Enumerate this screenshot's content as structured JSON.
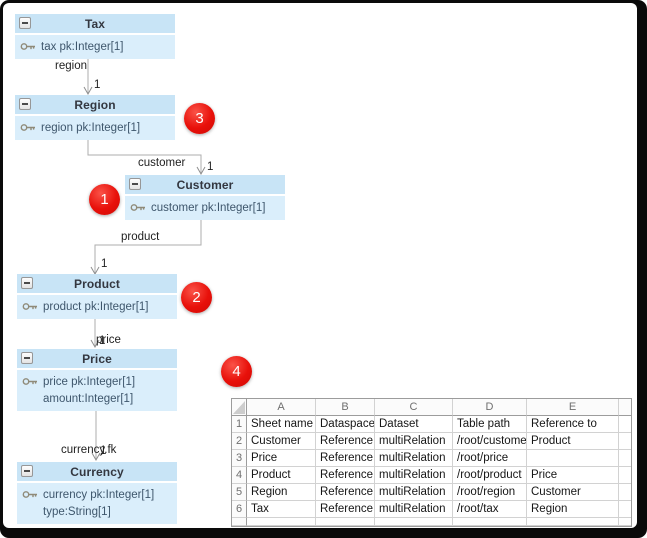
{
  "diagram": {
    "colors": {
      "entity_header": "#c8e4f6",
      "entity_body": "#daeefb",
      "callout_red": "#e8100a",
      "arrow_gray": "#adadad"
    },
    "entities": [
      {
        "title": "Tax",
        "attributes": [
          {
            "icon": "key",
            "text": "tax pk:Integer[1]"
          }
        ]
      },
      {
        "title": "Region",
        "attributes": [
          {
            "icon": "key",
            "text": "region pk:Integer[1]"
          }
        ]
      },
      {
        "title": "Customer",
        "attributes": [
          {
            "icon": "key",
            "text": "customer pk:Integer[1]"
          }
        ]
      },
      {
        "title": "Product",
        "attributes": [
          {
            "icon": "key",
            "text": "product pk:Integer[1]"
          }
        ]
      },
      {
        "title": "Price",
        "attributes": [
          {
            "icon": "key",
            "text": "price pk:Integer[1]"
          },
          {
            "icon": null,
            "text": "amount:Integer[1]"
          }
        ]
      },
      {
        "title": "Currency",
        "attributes": [
          {
            "icon": "key",
            "text": "currency pk:Integer[1]"
          },
          {
            "icon": null,
            "text": "type:String[1]"
          }
        ]
      }
    ],
    "relations": [
      {
        "from": "Tax",
        "to": "Region",
        "label": "region",
        "multiplicity": "1"
      },
      {
        "from": "Region",
        "to": "Customer",
        "label": "customer",
        "multiplicity": "1"
      },
      {
        "from": "Customer",
        "to": "Product",
        "label": "product",
        "multiplicity": "1"
      },
      {
        "from": "Product",
        "to": "Price",
        "label": "price",
        "multiplicity": "1"
      },
      {
        "from": "Price",
        "to": "Currency",
        "label": "currency.fk",
        "multiplicity": "1"
      }
    ],
    "callouts": [
      {
        "number": "1"
      },
      {
        "number": "2"
      },
      {
        "number": "3"
      },
      {
        "number": "4"
      }
    ]
  },
  "spreadsheet": {
    "column_letters": [
      "A",
      "B",
      "C",
      "D",
      "E"
    ],
    "row_numbers": [
      "1",
      "2",
      "3",
      "4",
      "5",
      "6"
    ],
    "rows": [
      [
        "Sheet name",
        "Dataspace",
        "Dataset",
        "Table path",
        "Reference to"
      ],
      [
        "Customer",
        "Reference",
        "multiRelation",
        "/root/customer",
        "Product"
      ],
      [
        "Price",
        "Reference",
        "multiRelation",
        "/root/price",
        ""
      ],
      [
        "Product",
        "Reference",
        "multiRelation",
        "/root/product",
        "Price"
      ],
      [
        "Region",
        "Reference",
        "multiRelation",
        "/root/region",
        "Customer"
      ],
      [
        "Tax",
        "Reference",
        "multiRelation",
        "/root/tax",
        "Region"
      ]
    ]
  }
}
